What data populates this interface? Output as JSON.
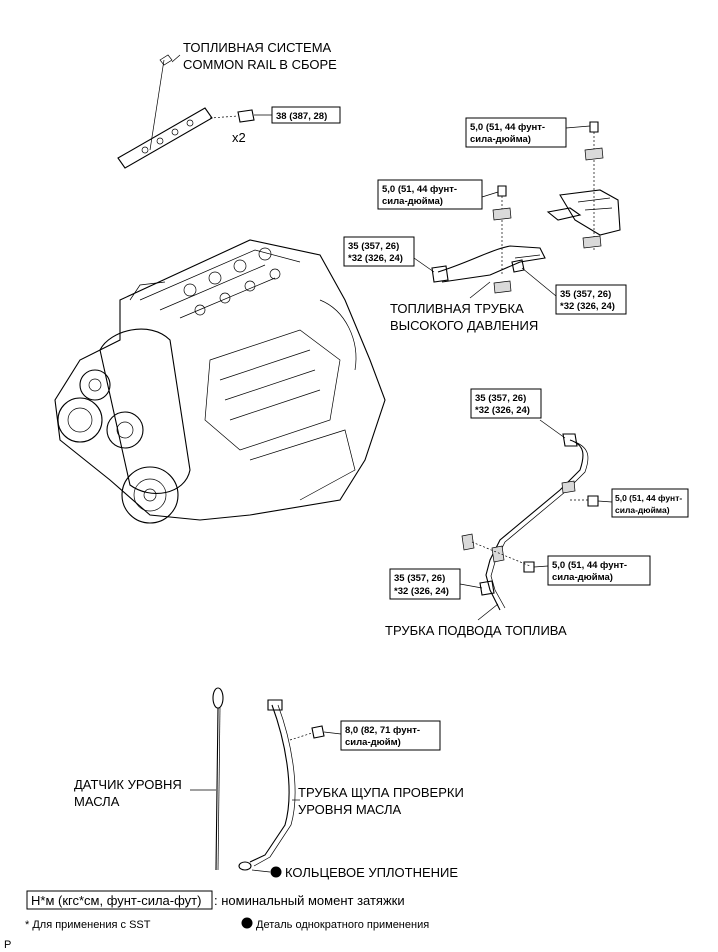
{
  "labels": {
    "fuel_rail_line1": "ТОПЛИВНАЯ СИСТЕМА",
    "fuel_rail_line2": "COMMON RAIL В СБОРЕ",
    "x2": "x2",
    "hp_pipe_line1": "ТОПЛИВНАЯ ТРУБКА",
    "hp_pipe_line2": "ВЫСОКОГО ДАВЛЕНИЯ",
    "supply_pipe": "ТРУБКА ПОДВОДА ТОПЛИВА",
    "dipstick_line1": "ДАТЧИК УРОВНЯ",
    "dipstick_line2": "МАСЛА",
    "guide_line1": "ТРУБКА ЩУПА ПРОВЕРКИ",
    "guide_line2": "УРОВНЯ МАСЛА",
    "o_ring": "КОЛЬЦЕВОЕ УПЛОТНЕНИЕ"
  },
  "torques": {
    "rail_bolt": "38 (387, 28)",
    "clamp_top_right_l1": "5,0 (51, 44 фунт-",
    "clamp_top_right_l2": "сила-дюйма)",
    "clamp_mid_l1": "5,0 (51, 44 фунт-",
    "clamp_mid_l2": "сила-дюйма)",
    "hp_left_l1": "35 (357, 26)",
    "hp_left_l2": "*32 (326, 24)",
    "hp_right_l1": "35 (357, 26)",
    "hp_right_l2": "*32 (326, 24)",
    "supply_top_l1": "35 (357, 26)",
    "supply_top_l2": "*32 (326, 24)",
    "supply_clamp1_l1": "5,0 (51, 44 фунт-",
    "supply_clamp1_l2": "сила-дюйма)",
    "supply_clamp2_l1": "5,0 (51, 44 фунт-",
    "supply_clamp2_l2": "сила-дюйма)",
    "supply_bottom_l1": "35 (357, 26)",
    "supply_bottom_l2": "*32 (326, 24)",
    "guide_bolt_l1": "8,0 (82, 71 фунт-",
    "guide_bolt_l2": "сила-дюйм)"
  },
  "legend": {
    "unit_box": "Н*м (кгс*см, фунт-сила-фут)",
    "unit_desc": ": номинальный момент затяжки",
    "sst_note": "* Для применения с SST",
    "non_reusable": "Деталь однократного применения"
  },
  "corner_mark": "P"
}
